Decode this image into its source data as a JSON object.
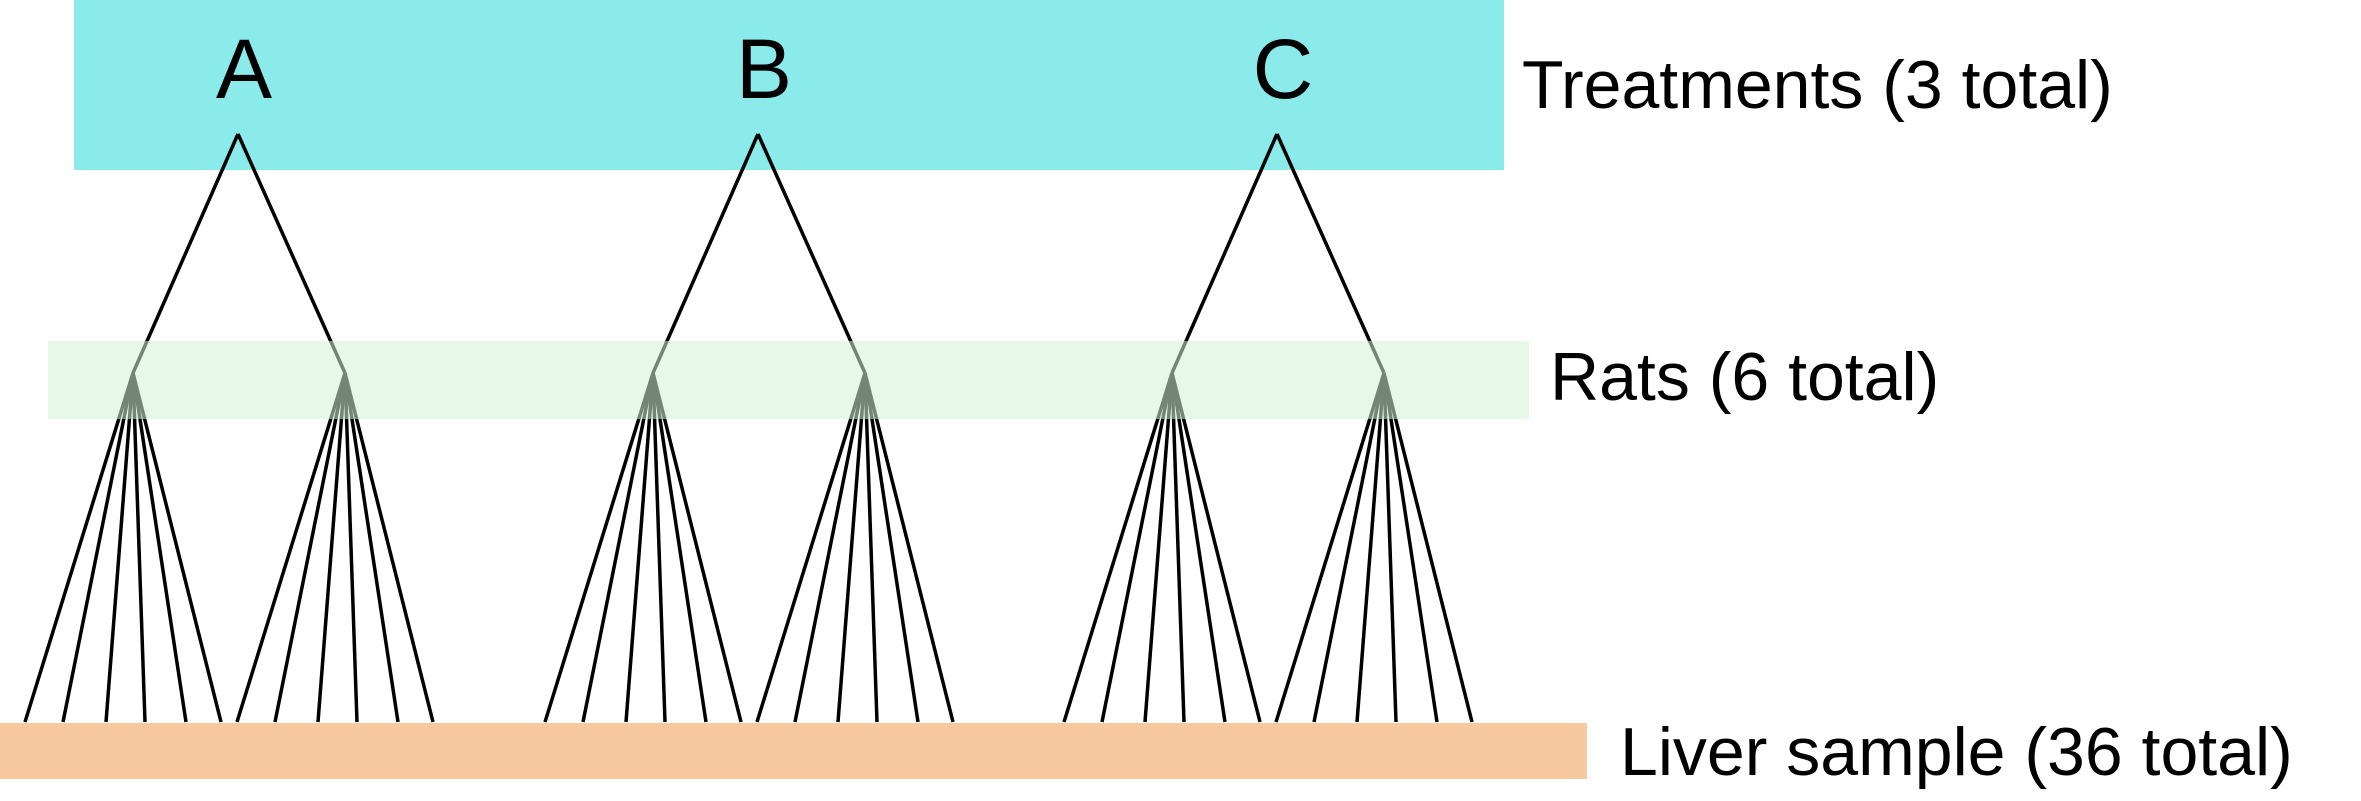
{
  "colors": {
    "treatments_band": "#8beaea",
    "rats_band": "#d3f2d6",
    "liver_band": "#f8c9a1",
    "edge": "#000000",
    "text": "#000000"
  },
  "treatments": {
    "label": "Treatments (3 total)",
    "items": [
      {
        "letter": "A",
        "rats": [
          {
            "samples": 6
          },
          {
            "samples": 6
          }
        ]
      },
      {
        "letter": "B",
        "rats": [
          {
            "samples": 6
          },
          {
            "samples": 6
          }
        ]
      },
      {
        "letter": "C",
        "rats": [
          {
            "samples": 6
          },
          {
            "samples": 6
          }
        ]
      }
    ]
  },
  "rats": {
    "label": "Rats (6 total)"
  },
  "liver": {
    "label": "Liver sample (36 total)"
  }
}
